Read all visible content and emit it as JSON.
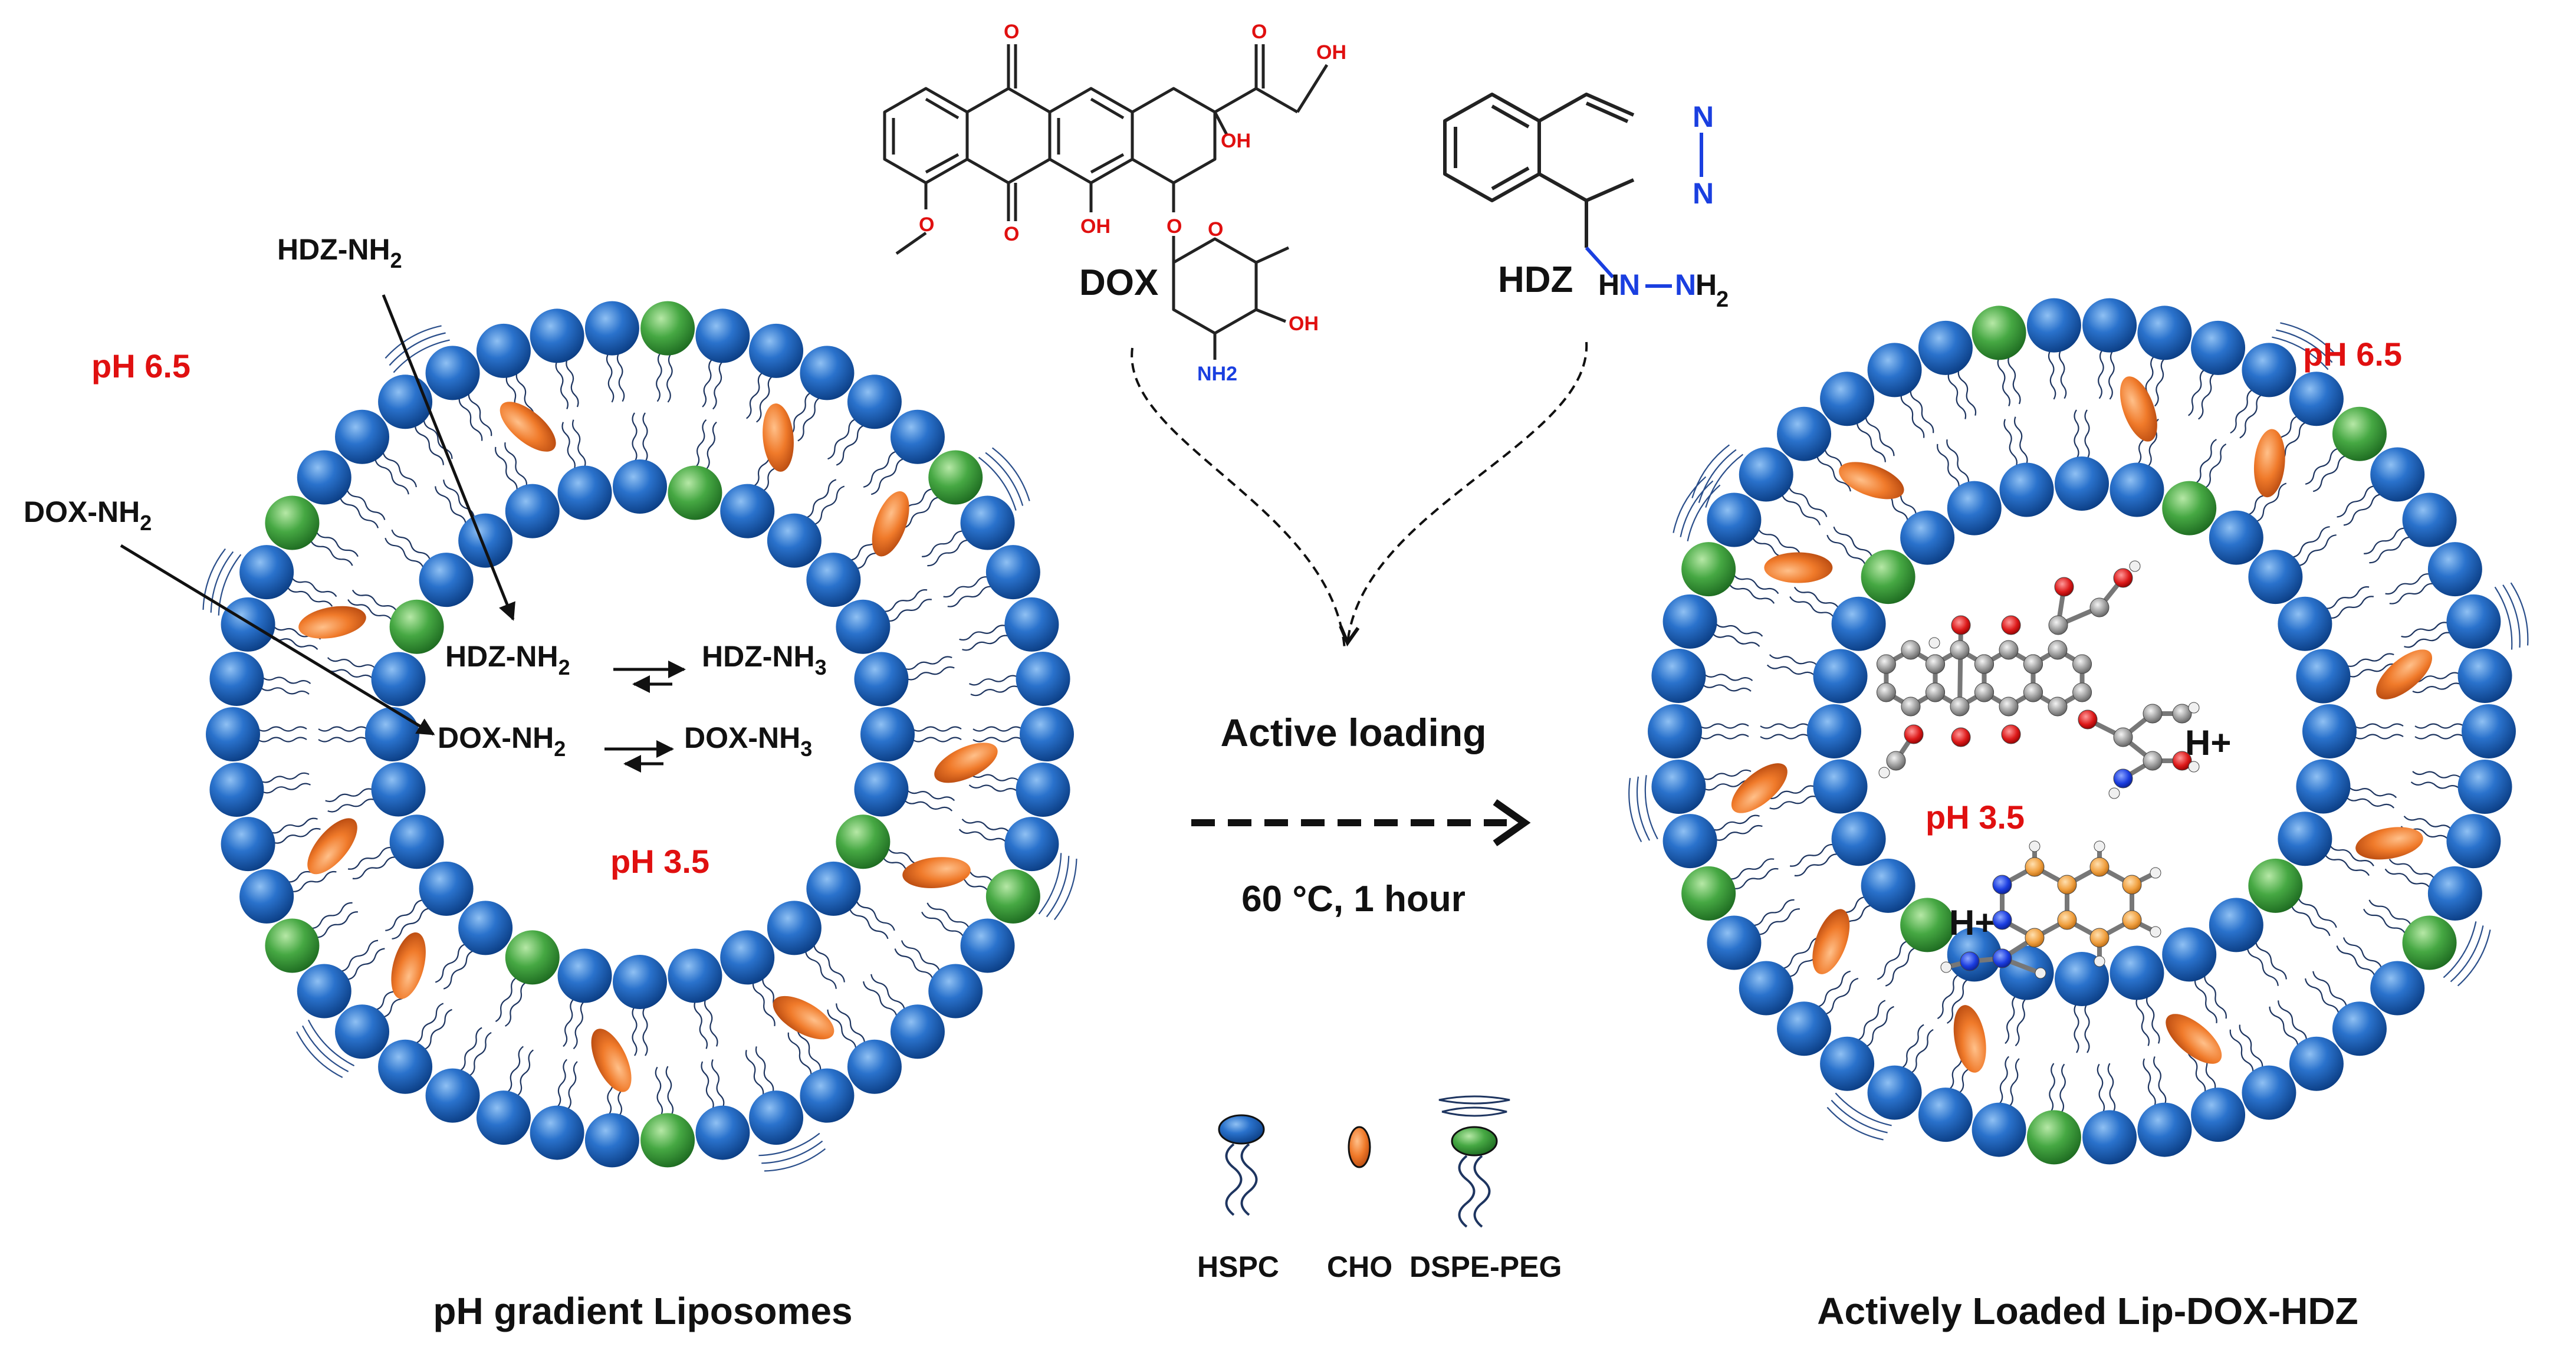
{
  "left": {
    "outer_ph": "pH  6.5",
    "inner_ph": "pH  3.5",
    "caption": "pH  gradient   Liposomes",
    "pointer_hdz": [
      "HDZ-NH",
      "2"
    ],
    "pointer_dox": [
      "DOX-NH",
      "2"
    ],
    "eq1_left": [
      "HDZ-NH",
      "2"
    ],
    "eq1_right": [
      "HDZ-NH",
      "3"
    ],
    "eq2_left": [
      "DOX-NH",
      "2"
    ],
    "eq2_right": [
      "DOX-NH",
      "3"
    ]
  },
  "right": {
    "outer_ph": "pH  6.5",
    "inner_ph": "pH  3.5",
    "caption": "Actively Loaded Lip-DOX-HDZ",
    "proton_dox": "H+",
    "proton_hdz": "H+"
  },
  "center": {
    "process": "Active loading",
    "conditions": "60 °C, 1 hour"
  },
  "molecules": {
    "dox_name": "DOX",
    "hdz_name": "HDZ",
    "dox_atoms": {
      "o": "O",
      "oh": "OH",
      "nh2": "NH2"
    },
    "hdz_atoms": {
      "n": "N",
      "h": "H",
      "nh": "NH",
      "sub2": "2"
    }
  },
  "legend": [
    {
      "label": "HSPC",
      "color": "#2f5fc4"
    },
    {
      "label": "CHO",
      "color": "#f07a2a"
    },
    {
      "label": "DSPE-PEG",
      "color": "#3fa83f"
    }
  ],
  "colors": {
    "lipid_blue": "#1f62b8",
    "lipid_green": "#41a63f",
    "cholesterol_orange": "#f07a2a",
    "ph_red": "#e01010",
    "tail_navy": "#1e3560"
  }
}
